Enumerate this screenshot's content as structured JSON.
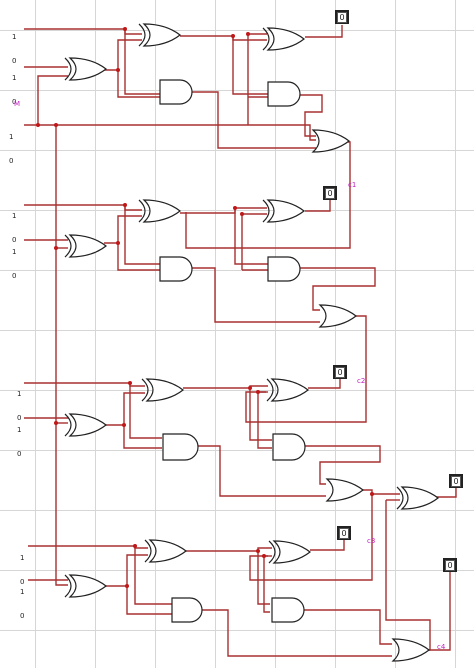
{
  "inputs": [
    {
      "id": "a0",
      "top": "1",
      "bottom": "0"
    },
    {
      "id": "b0",
      "top": "1",
      "bottom": "0"
    },
    {
      "id": "m",
      "top": "1",
      "bottom": "0",
      "label": "M"
    },
    {
      "id": "a1",
      "top": "1",
      "bottom": "0"
    },
    {
      "id": "b1",
      "top": "1",
      "bottom": "0"
    },
    {
      "id": "a2",
      "top": "1",
      "bottom": "0"
    },
    {
      "id": "b2",
      "top": "1",
      "bottom": "0"
    },
    {
      "id": "a3",
      "top": "1",
      "bottom": "0"
    },
    {
      "id": "b3",
      "top": "1",
      "bottom": "0"
    }
  ],
  "outputs": [
    {
      "id": "s0",
      "value": "0"
    },
    {
      "id": "s1",
      "value": "0"
    },
    {
      "id": "s2",
      "value": "0"
    },
    {
      "id": "s3",
      "value": "0"
    },
    {
      "id": "c4_out",
      "value": "0"
    },
    {
      "id": "v_out",
      "value": "0"
    }
  ],
  "carry_labels": {
    "c1": "c1",
    "c2": "c2",
    "c3": "c3",
    "c4": "c4"
  }
}
